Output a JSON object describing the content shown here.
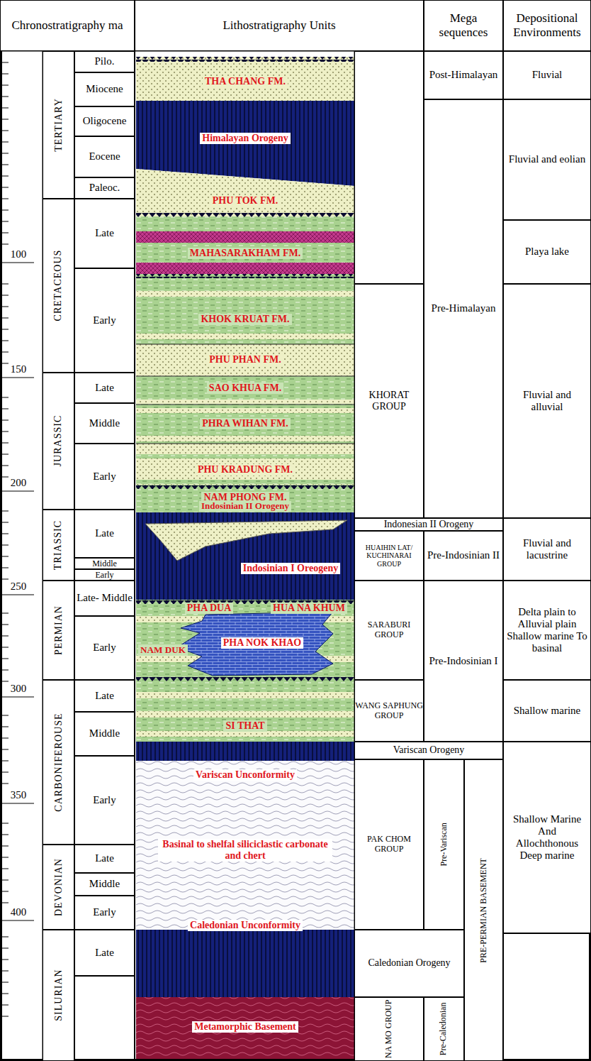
{
  "diagram": {
    "nodes": [
      {
        "text": [
          "Chronostratigraphy ma"
        ]
      },
      {
        "text": [
          "Lithostratigraphy Units"
        ]
      },
      {
        "text": [
          "Mega sequences"
        ]
      },
      {
        "text": [
          "Depositional Environments"
        ]
      },
      {
        "text": [
          "TERTIARY"
        ]
      },
      {
        "text": [
          "CRETACEOUS"
        ]
      },
      {
        "text": [
          "JURASSIC"
        ]
      },
      {
        "text": [
          "TRIASSIC"
        ]
      },
      {
        "text": [
          "PERMIAN"
        ]
      },
      {
        "text": [
          "CARBONIFEROUSE"
        ]
      },
      {
        "text": [
          "DEVONIAN"
        ]
      },
      {
        "text": [
          "SILURIAN"
        ]
      },
      {
        "text": [
          "Pilo."
        ]
      },
      {
        "text": [
          "Miocene"
        ]
      },
      {
        "text": [
          "Oligocene"
        ]
      },
      {
        "text": [
          "Eocene"
        ]
      },
      {
        "text": [
          "Paleoc."
        ]
      },
      {
        "text": [
          "Late"
        ]
      },
      {
        "text": [
          "Early"
        ]
      },
      {
        "text": [
          "Late"
        ]
      },
      {
        "text": [
          "Middle"
        ]
      },
      {
        "text": [
          "Early"
        ]
      },
      {
        "text": [
          "Late"
        ]
      },
      {
        "text": [
          "Middle"
        ]
      },
      {
        "text": [
          "Early"
        ]
      },
      {
        "text": [
          "Late- Middle"
        ]
      },
      {
        "text": [
          "Early"
        ]
      },
      {
        "text": [
          "Late"
        ]
      },
      {
        "text": [
          "Middle"
        ]
      },
      {
        "text": [
          "Early"
        ]
      },
      {
        "text": [
          "Late"
        ]
      },
      {
        "text": [
          "Middle"
        ]
      },
      {
        "text": [
          "Early"
        ]
      },
      {
        "text": [
          "Late"
        ]
      },
      {
        "text": [
          "THA CHANG FM."
        ]
      },
      {
        "text": [
          "Himalayan Orogeny"
        ]
      },
      {
        "text": [
          "PHU TOK FM."
        ]
      },
      {
        "text": [
          "MAHASARAKHAM FM."
        ]
      },
      {
        "text": [
          "KHOK KRUAT FM."
        ]
      },
      {
        "text": [
          "PHU PHAN FM."
        ]
      },
      {
        "text": [
          "SAO KHUA FM."
        ]
      },
      {
        "text": [
          "PHRA WIHAN FM."
        ]
      },
      {
        "text": [
          "PHU KRADUNG FM."
        ]
      },
      {
        "text": [
          "NAM PHONG FM."
        ]
      },
      {
        "text": [
          "Indosinian I Oreogeny"
        ]
      },
      {
        "text": [
          "PHA DUA"
        ]
      },
      {
        "text": [
          "HUA NA KHUM"
        ]
      },
      {
        "text": [
          "NAM DUK"
        ]
      },
      {
        "text": [
          "PHA NOK KHAO"
        ]
      },
      {
        "text": [
          "SI THAT"
        ]
      },
      {
        "text": [
          "Variscan Unconformity",
          "Basinal to shelfal siliciclastic carbonate and chert",
          "Caledonian Unconformity"
        ]
      },
      {
        "text": [
          "Metamorphic Basement"
        ]
      },
      {
        "text": [
          "KHORAT GROUP"
        ]
      },
      {
        "text": [
          "Indonesian II Orogeny"
        ]
      },
      {
        "text": [
          "HUAIHIN LAT/ KUCHINARAI GROUP"
        ]
      },
      {
        "text": [
          "SARABURI GROUP"
        ]
      },
      {
        "text": [
          "WANG SAPHUNG GROUP"
        ]
      },
      {
        "text": [
          "Variscan Orogeny"
        ]
      },
      {
        "text": [
          "PAK CHOM GROUP"
        ]
      },
      {
        "text": [
          "Caledonian Orogeny"
        ]
      },
      {
        "text": [
          "NA MO GROUP"
        ]
      },
      {
        "text": [
          "Post-Himalayan"
        ]
      },
      {
        "text": [
          "Pre-Himalayan"
        ]
      },
      {
        "text": [
          "Pre-Indosinian II"
        ]
      },
      {
        "text": [
          "Pre-Indosinian I"
        ]
      },
      {
        "text": [
          "Pre-Variscan"
        ]
      },
      {
        "text": [
          "Pre-Caledonian"
        ]
      },
      {
        "text": [
          "PRE-PERMIAN BASEMENT"
        ]
      },
      {
        "text": [
          "Fluvial"
        ]
      },
      {
        "text": [
          "Fluvial and eolian"
        ]
      },
      {
        "text": [
          "Playa lake"
        ]
      },
      {
        "text": [
          "Fluvial and alluvial"
        ]
      },
      {
        "text": [
          "Fluvial and lacustrine"
        ]
      },
      {
        "text": [
          "Delta plain to Alluvial plain Shallow marine To basinal"
        ]
      },
      {
        "text": [
          "Shallow marine"
        ]
      },
      {
        "text": [
          "Shallow Marine And Allochthonous Deep marine"
        ]
      }
    ],
    "labels": [
      "100",
      "150",
      "200",
      "250",
      "300",
      "350",
      "400",
      "Indosinian II Orogeny"
    ]
  }
}
